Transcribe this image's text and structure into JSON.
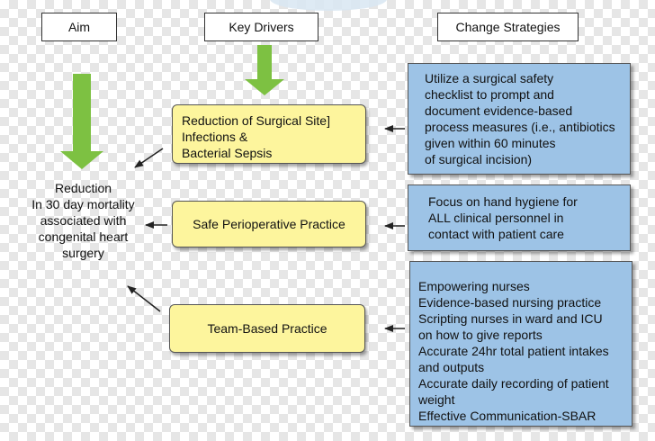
{
  "headers": {
    "aim": "Aim",
    "key_drivers": "Key Drivers",
    "change_strategies": "Change Strategies"
  },
  "aim": {
    "lines": [
      "Reduction",
      "In 30 day mortality",
      "associated with",
      "congenital heart",
      "surgery"
    ]
  },
  "drivers": [
    {
      "lines": [
        "Reduction of Surgical Site]",
        "Infections &",
        "Bacterial Sepsis"
      ]
    },
    {
      "lines": [
        "Safe Perioperative Practice"
      ]
    },
    {
      "lines": [
        "Team-Based Practice"
      ]
    }
  ],
  "strategies": [
    {
      "lines": [
        "Utilize a surgical safety",
        "checklist to prompt and",
        "document evidence-based",
        "process measures (i.e., antibiotics",
        "given within 60 minutes",
        "of surgical incision)"
      ]
    },
    {
      "lines": [
        "Focus on hand hygiene for",
        "ALL clinical personnel in",
        "contact with patient care"
      ]
    },
    {
      "lines": [
        "Empowering nurses",
        "Evidence-based nursing practice",
        "Scripting nurses in ward and ICU",
        "on how to give reports",
        "Accurate 24hr total patient intakes",
        "and outputs",
        "Accurate daily recording of patient",
        "weight",
        "Effective Communication-SBAR"
      ]
    }
  ],
  "colors": {
    "driver_fill": "#fdf59d",
    "strategy_fill": "#9dc3e6",
    "big_arrow": "#7dc142"
  }
}
